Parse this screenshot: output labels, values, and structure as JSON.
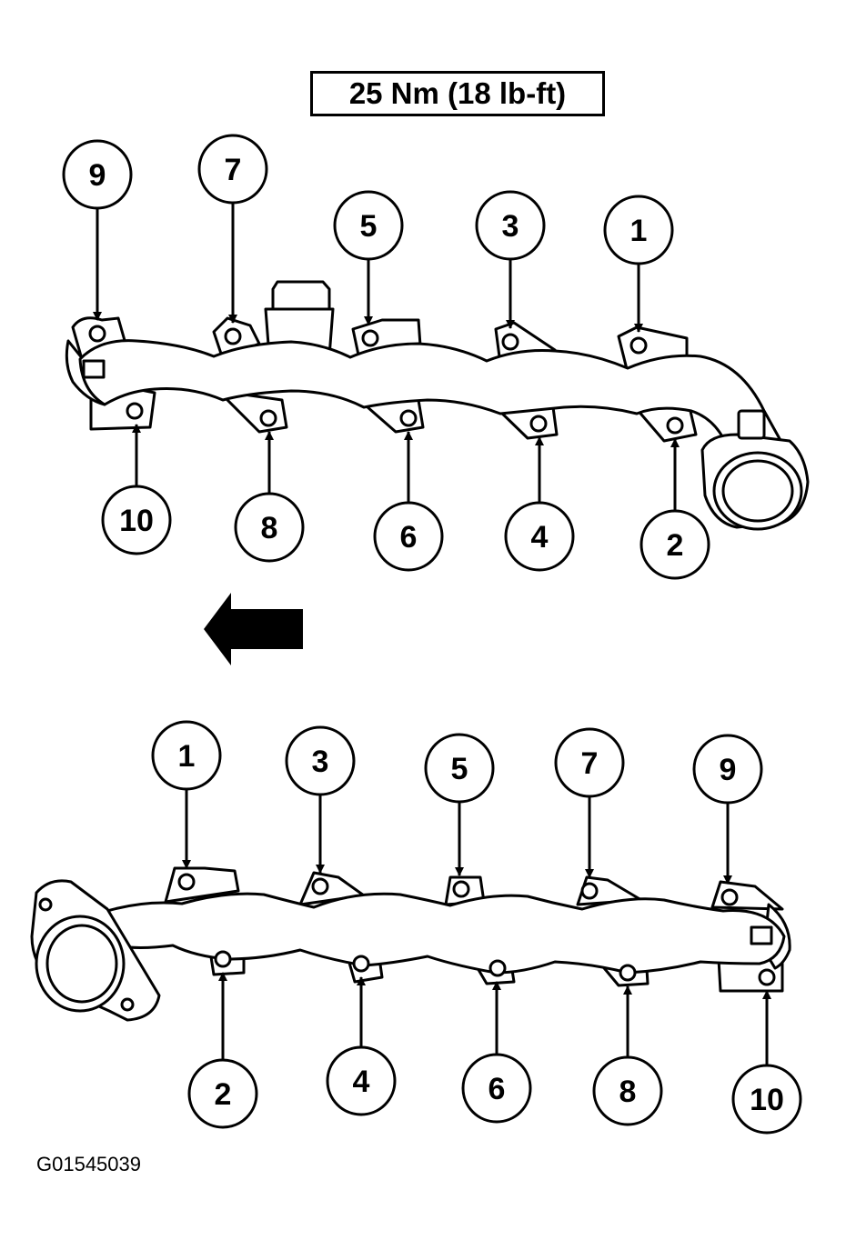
{
  "torque_spec": "25 Nm (18 lb-ft)",
  "figure_id": "G01545039",
  "colors": {
    "line": "#000000",
    "background": "#ffffff"
  },
  "direction_icon": "left-arrow-icon",
  "top_manifold": {
    "labels": [
      "9",
      "7",
      "5",
      "3",
      "1",
      "10",
      "8",
      "6",
      "4",
      "2"
    ]
  },
  "bottom_manifold": {
    "labels": [
      "1",
      "3",
      "5",
      "7",
      "9",
      "2",
      "4",
      "6",
      "8",
      "10"
    ]
  }
}
